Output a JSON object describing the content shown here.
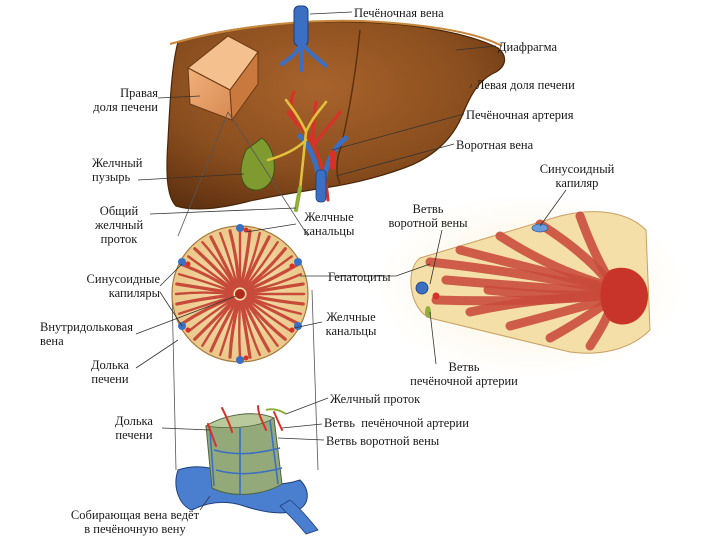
{
  "labels": {
    "hepatic_vein": "Печёночная вена",
    "diaphragm": "Диафрагма",
    "right_lobe": [
      "Правая",
      "доля печени"
    ],
    "left_lobe": "Левая доля печени",
    "hepatic_artery": "Печёночная артерия",
    "portal_vein": "Воротная вена",
    "gallbladder": [
      "Желчный",
      "пузырь"
    ],
    "common_bile_duct": [
      "Общий",
      "желчный",
      "проток"
    ],
    "bile_canaliculi_1": [
      "Желчные",
      "канальцы"
    ],
    "portal_vein_branch_1": [
      "Ветвь",
      "воротной вены"
    ],
    "sinusoid_capillary": [
      "Синусоидный",
      "капиляр"
    ],
    "sinusoid_capillaries": [
      "Синусоидные",
      "капиляры"
    ],
    "hepatocytes": "Гепатоциты",
    "central_vein": [
      "Внутридольковая",
      "вена"
    ],
    "lobule_1": [
      "Долька",
      "печени"
    ],
    "bile_canaliculi_2": [
      "Желчные",
      "канальцы"
    ],
    "hepatic_artery_branch_1": [
      "Ветвь",
      "печёночной артерии"
    ],
    "bile_duct": "Желчный проток",
    "lobule_2": [
      "Долька",
      "печени"
    ],
    "hepatic_artery_branch_2": "Ветвь  печёночной артерии",
    "portal_vein_branch_2": "Ветвь воротной вены",
    "collecting_vein": [
      "Собирающая вена ведёт",
      "в печёночную вену"
    ]
  },
  "colors": {
    "liver": "#8a4e1e",
    "liver_dark": "#5e3010",
    "artery": "#d8312a",
    "vein": "#3a6fc4",
    "gallbladder": "#7f9a2e",
    "lobule_bg": "#f0d9a0",
    "hepatocyte": "#c84a3a"
  }
}
